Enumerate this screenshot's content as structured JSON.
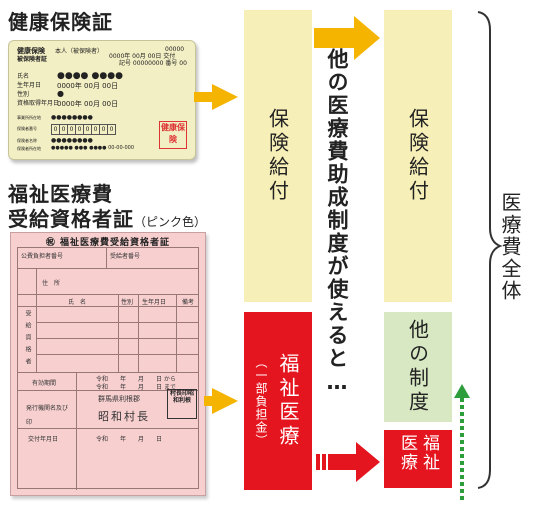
{
  "insurance_card": {
    "title": "健康保険証",
    "header_left": "健康保険",
    "header_sub": "被保険者証",
    "header_mid": "本人（被保険者）",
    "header_right": "00000",
    "date_line": "0000年 00月 00日 交付",
    "code_line": "記号 00000000 番号 00",
    "name_label": "氏名",
    "name_value": "●●●● ●●●●",
    "birth_label": "生年月日",
    "birth_value": "0000年 00月 00日",
    "sex_label": "性別",
    "sex_value": "●",
    "acq_label": "資格取得年月日",
    "acq_value": "0000年 00月 00日",
    "row1_label": "事業所所在地",
    "row1_value": "●●●●●●●●",
    "row2_label": "保険者番号",
    "boxes": [
      "0",
      "0",
      "0",
      "0",
      "0",
      "0",
      "0",
      "0"
    ],
    "row3_label": "保険者名称",
    "row3_value": "●●●●●●●●",
    "row4_label": "保険者所在地",
    "row4_value": "●●●●● ●●● ●●●● 00-00-000",
    "stamp": "健康保険"
  },
  "certificate": {
    "title_line1": "福祉医療費",
    "title_line2": "受給資格者証",
    "title_note": "（ピンク色）",
    "header": "㊗ 福祉医療費受給資格者証",
    "lbl_public_no": "公費負担者番号",
    "lbl_recipient_no": "受給者番号",
    "lbl_address": "住　所",
    "lbl_name": "氏　名",
    "lbl_sex": "性別",
    "lbl_birth": "生年月日",
    "lbl_note": "備考",
    "lbl_recipient": "受給資格者",
    "lbl_period": "有効期間",
    "period_from": "令和　　年　　月　　日 から",
    "period_to": "令和　　年　　月　　日 まで",
    "lbl_issuer": "発行機関名及び印",
    "issuer_pref": "群馬県利根郡",
    "issuer_name": "昭和村長",
    "issuer_stamp": "村長印昭和利根",
    "lbl_issue_date": "交付年月日",
    "issue_date": "令和　　年　　月　　日"
  },
  "bars": {
    "left_top": "保険給付",
    "left_bottom_main": "福祉医療",
    "left_bottom_sub": "（一部負担金）",
    "right_top": "保険給付",
    "right_mid": "他の制度",
    "right_bottom": "福祉医療"
  },
  "middle_text": "他の医療費助成制度が使えると…",
  "side_label": "医療費全体",
  "colors": {
    "benefit": "#f7efb8",
    "welfare": "#e4151f",
    "other": "#d7e8c2",
    "arrow_yellow": "#f4b400",
    "arrow_green": "#2e9e3c"
  }
}
